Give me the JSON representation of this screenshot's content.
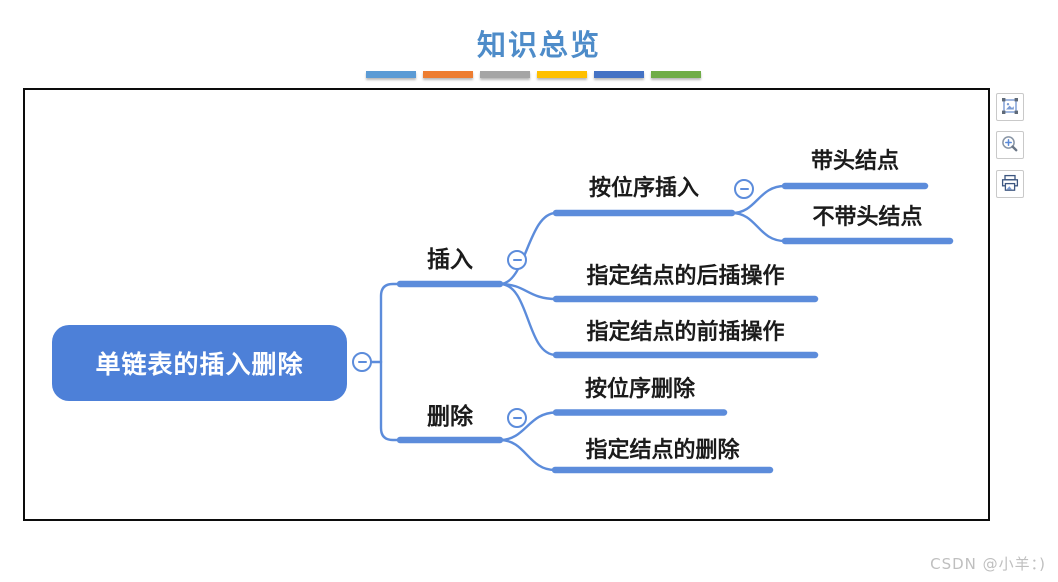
{
  "page": {
    "title": "知识总览",
    "watermark": "CSDN @小羊：)",
    "title_color": "#4E8CC9",
    "accent_bar_colors": [
      "#5B9BD5",
      "#ED7D31",
      "#A5A5A5",
      "#FFC000",
      "#4472C4",
      "#70AD47"
    ]
  },
  "toolbar": {
    "icons": [
      "image-frame-icon",
      "zoom-in-icon",
      "printer-icon"
    ]
  },
  "mindmap": {
    "line_color": "#5C8CDB",
    "root": {
      "label": "单链表的插入删除",
      "fill": "#4D80D8",
      "text_color": "#FFFFFF",
      "collapse_state": "-"
    },
    "branches": [
      {
        "label": "插入",
        "collapse_state": "-",
        "children": [
          {
            "label": "按位序插入",
            "collapse_state": "-",
            "children": [
              {
                "label": "带头结点"
              },
              {
                "label": "不带头结点"
              }
            ]
          },
          {
            "label": "指定结点的后插操作"
          },
          {
            "label": "指定结点的前插操作"
          }
        ]
      },
      {
        "label": "删除",
        "collapse_state": "-",
        "children": [
          {
            "label": "按位序删除"
          },
          {
            "label": "指定结点的删除"
          }
        ]
      }
    ]
  }
}
